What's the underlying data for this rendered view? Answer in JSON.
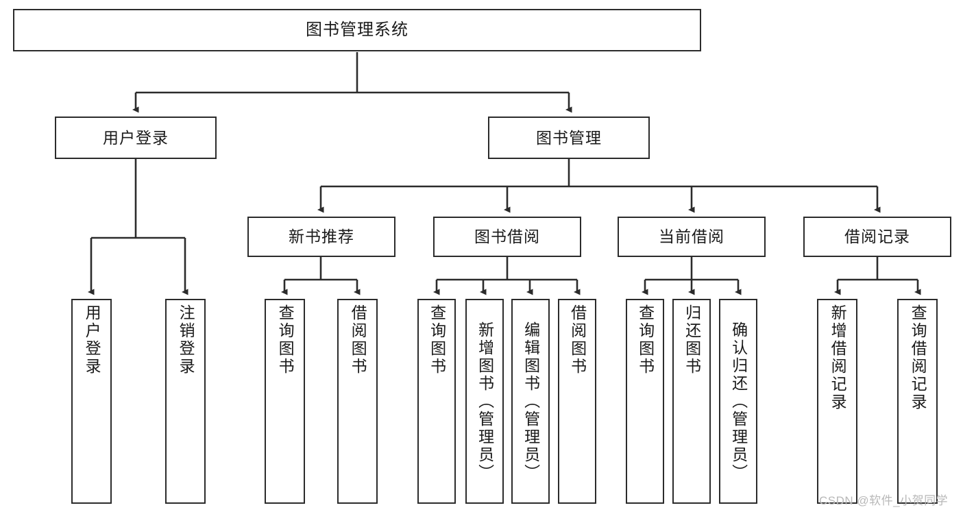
{
  "diagram": {
    "title": "图书管理系统",
    "watermark": "CSDN @软件_小贺同学",
    "stroke_color": "#2b2b2b",
    "background_color": "#ffffff",
    "text_color": "#1a1a1a",
    "watermark_color": "#b8b8b8"
  },
  "nodes": {
    "root": {
      "label": "图书管理系统"
    },
    "level2": [
      {
        "label": "用户登录"
      },
      {
        "label": "图书管理"
      }
    ],
    "level3": [
      {
        "label": "新书推荐"
      },
      {
        "label": "图书借阅"
      },
      {
        "label": "当前借阅"
      },
      {
        "label": "借阅记录"
      }
    ],
    "leaves": {
      "user_login": [
        {
          "label": "用户登录"
        },
        {
          "label": "注销登录"
        }
      ],
      "new_book": [
        {
          "label": "查询图书"
        },
        {
          "label": "借阅图书"
        }
      ],
      "book_borrow": [
        {
          "label": "查询图书"
        },
        {
          "label": "新增图书（管理员）"
        },
        {
          "label": "编辑图书（管理员）"
        },
        {
          "label": "借阅图书"
        }
      ],
      "current_borrow": [
        {
          "label": "查询图书"
        },
        {
          "label": "归还图书"
        },
        {
          "label": "确认归还（管理员）"
        }
      ],
      "borrow_record": [
        {
          "label": "新增借阅记录"
        },
        {
          "label": "查询借阅记录"
        }
      ]
    }
  }
}
